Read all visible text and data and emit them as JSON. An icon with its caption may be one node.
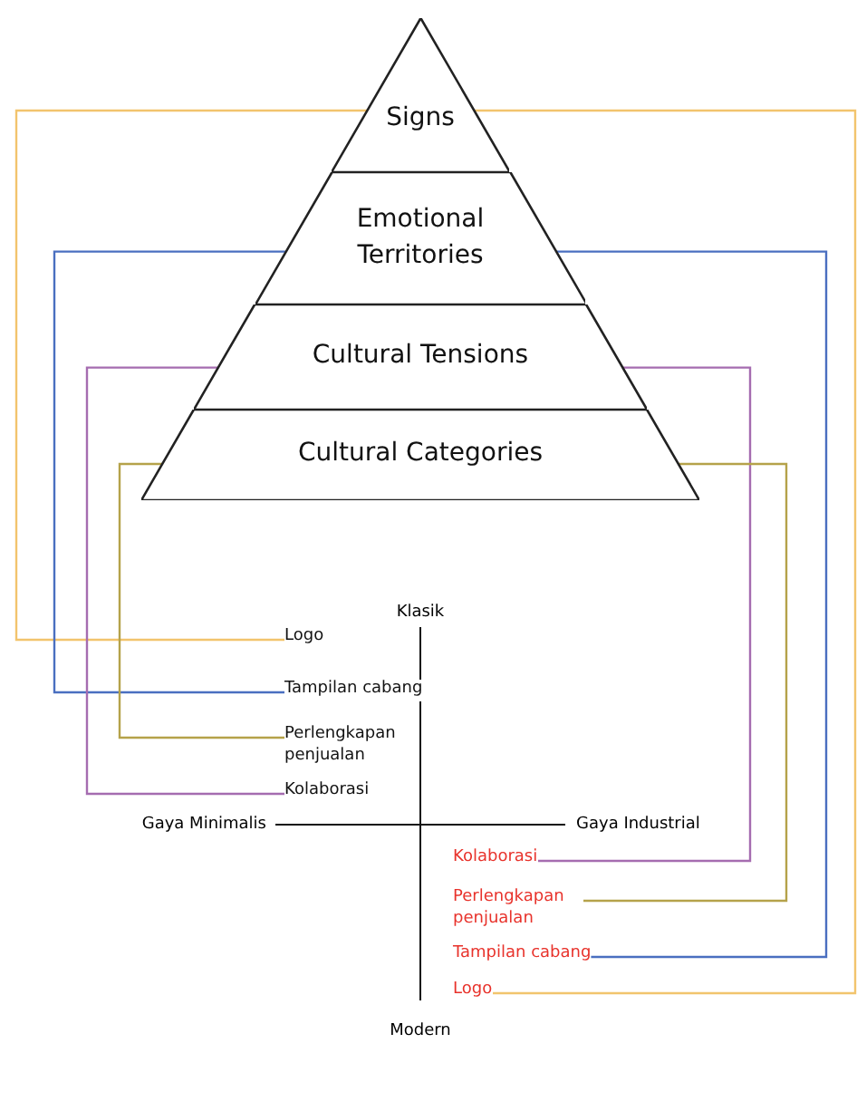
{
  "diagram": {
    "nodes": [
      {
        "text": [
          "Signs"
        ]
      },
      {
        "text": [
          "Emotional Territories"
        ]
      },
      {
        "text": [
          "Cultural Tensions"
        ]
      },
      {
        "text": [
          "Cultural Categories"
        ]
      },
      {
        "text": [
          "Logo"
        ]
      },
      {
        "text": [
          "Tampilan cabang"
        ]
      },
      {
        "text": [
          "Perlengkapan penjualan"
        ]
      },
      {
        "text": [
          "Kolaborasi"
        ]
      },
      {
        "text": [
          "Kolaborasi"
        ]
      },
      {
        "text": [
          "Perlengkapan penjualan"
        ]
      },
      {
        "text": [
          "Tampilan cabang"
        ]
      },
      {
        "text": [
          "Logo"
        ]
      }
    ],
    "edges": [
      {
        "from": 0,
        "to": 4,
        "arrow": "none",
        "color": "#f2c46d"
      },
      {
        "from": 1,
        "to": 5,
        "arrow": "none",
        "color": "#4a6fc0"
      },
      {
        "from": 3,
        "to": 6,
        "arrow": "none",
        "color": "#b5a24a"
      },
      {
        "from": 2,
        "to": 7,
        "arrow": "none",
        "color": "#a56cb0"
      },
      {
        "from": 2,
        "to": 8,
        "arrow": "none",
        "color": "#a56cb0"
      },
      {
        "from": 3,
        "to": 9,
        "arrow": "none",
        "color": "#b5a24a"
      },
      {
        "from": 1,
        "to": 10,
        "arrow": "none",
        "color": "#4a6fc0"
      },
      {
        "from": 0,
        "to": 11,
        "arrow": "none",
        "color": "#f2c46d"
      }
    ],
    "labels": [
      "Klasik",
      "Gaya Minimalis",
      "Gaya Industrial",
      "Modern"
    ]
  }
}
